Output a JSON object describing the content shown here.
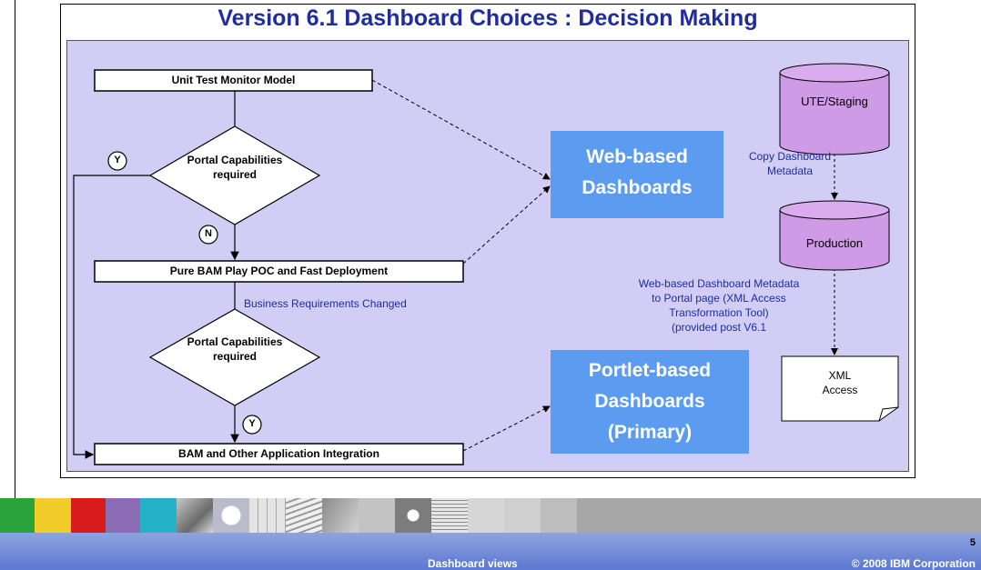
{
  "title": "Version 6.1 Dashboard Choices : Decision Making",
  "process_boxes": {
    "unit_test": "Unit Test Monitor Model",
    "pure_bam": "Pure BAM Play POC and Fast Deployment",
    "bam_integration": "BAM and Other Application Integration"
  },
  "decisions": {
    "first": "Portal Capabilities required",
    "second": "Portal Capabilities required"
  },
  "branch_labels": {
    "yes_top": "Y",
    "no": "N",
    "yes_bottom": "Y"
  },
  "annotations": {
    "business_change": "Business Requirements Changed",
    "copy_metadata": [
      "Copy Dashboard",
      "Metadata"
    ],
    "transformation": [
      "Web-based Dashboard Metadata",
      "to Portal page (XML Access",
      "Transformation Tool)",
      "(provided post V6.1"
    ]
  },
  "dashboards": {
    "web": [
      "Web-based",
      "Dashboards"
    ],
    "portlet": [
      "Portlet-based",
      "Dashboards",
      "(Primary)"
    ]
  },
  "data_stores": {
    "staging": "UTE/Staging",
    "production": "Production"
  },
  "document": [
    "XML",
    "Access"
  ],
  "footer": {
    "page_number": "5",
    "center_text": "Dashboard views",
    "copyright": "© 2008 IBM Corporation"
  },
  "colors": {
    "title": "#1f2d9e",
    "panel": "#d1cdf5",
    "dashboard_box": "#5b9bf0",
    "cylinder": "#cf9ae6",
    "footer_bar": "#5c78d0"
  }
}
